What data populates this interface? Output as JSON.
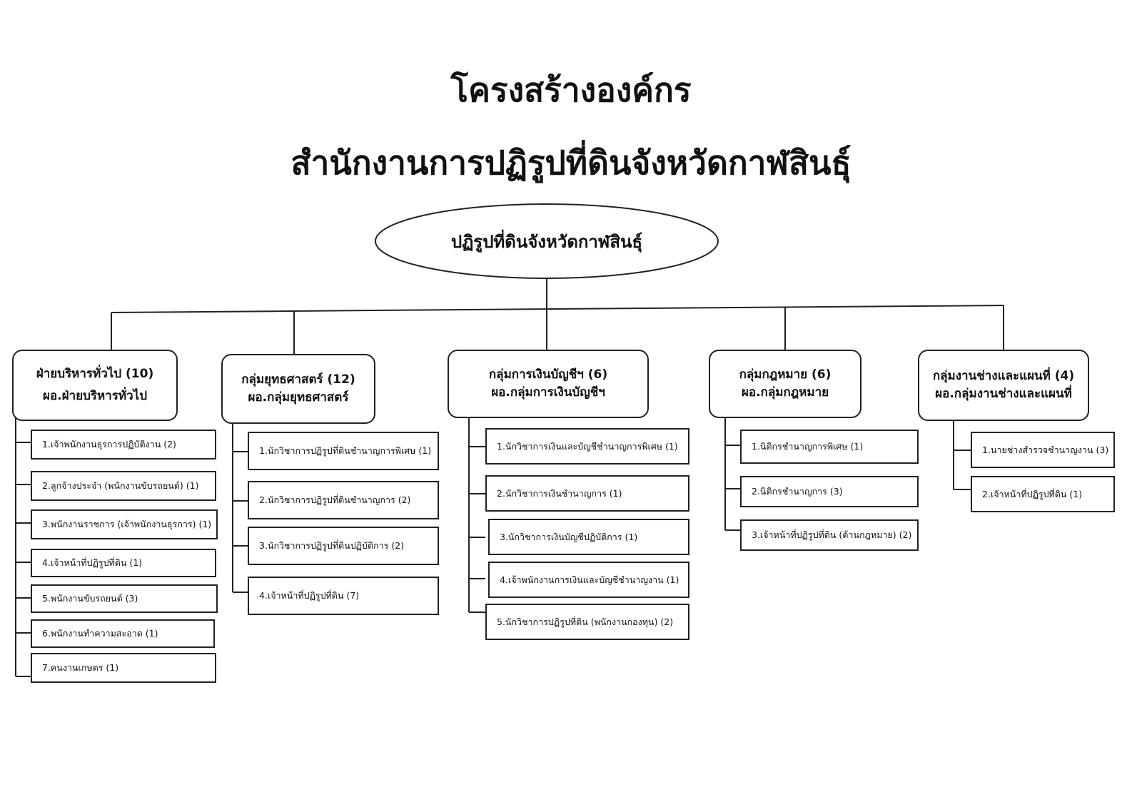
{
  "title": {
    "line1": "โครงสร้างองค์กร",
    "line2": "สำนักงานการปฏิรูปที่ดินจังหวัดกาฬสินธุ์"
  },
  "root": {
    "label": "ปฏิรูปที่ดินจังหวัดกาฬสินธุ์"
  },
  "groups": [
    {
      "name": "ฝ่ายบริหารทั่วไป (10)",
      "head": "ผอ.ฝ่ายบริหารทั่วไป",
      "items": [
        "1.เจ้าพนักงานธุรการปฏิบัติงาน (2)",
        "2.ลูกจ้างประจำ (พนักงานขับรถยนต์) (1)",
        "3.พนักงานราชการ (เจ้าพนักงานธุรการ) (1)",
        "4.เจ้าหน้าที่ปฏิรูปที่ดิน (1)",
        "5.พนักงานขับรถยนต์ (3)",
        "6.พนักงานทำความสะอาด (1)",
        "7.คนงานเกษตร (1)"
      ]
    },
    {
      "name": "กลุ่มยุทธศาสตร์ (12)",
      "head": "ผอ.กลุ่มยุทธศาสตร์",
      "items": [
        "1.นักวิชาการปฏิรูปที่ดินชำนาญการพิเศษ (1)",
        "2.นักวิชาการปฏิรูปที่ดินชำนาญการ (2)",
        "3.นักวิชาการปฏิรูปที่ดินปฏิบัติการ (2)",
        "4.เจ้าหน้าที่ปฏิรูปที่ดิน (7)"
      ]
    },
    {
      "name": "กลุ่มการเงินบัญชีฯ (6)",
      "head": "ผอ.กลุ่มการเงินบัญชีฯ",
      "items": [
        "1.นักวิชาการเงินและบัญชีชำนาญการพิเศษ (1)",
        "2.นักวิชาการเงินชำนาญการ (1)",
        "3.นักวิชาการเงินบัญชีปฏิบัติการ (1)",
        "4.เจ้าพนักงานการเงินและบัญชีชำนาญงาน (1)",
        "5.นักวิชาการปฏิรูปที่ดิน (พนักงานกองทุน) (2)"
      ]
    },
    {
      "name": "กลุ่มกฎหมาย (6)",
      "head": "ผอ.กลุ่มกฎหมาย",
      "items": [
        "1.นิติกรชำนาญการพิเศษ (1)",
        "2.นิติกรชำนาญการ (3)",
        "3.เจ้าหน้าที่ปฏิรูปที่ดิน (ด้านกฎหมาย) (2)"
      ]
    },
    {
      "name": "กลุ่มงานช่างและแผนที่ (4)",
      "head": "ผอ.กลุ่มงานช่างและแผนที่",
      "items": [
        "1.นายช่างสำรวจชำนาญงาน (3)",
        "2.เจ้าหน้าที่ปฏิรูปที่ดิน (1)"
      ]
    }
  ]
}
